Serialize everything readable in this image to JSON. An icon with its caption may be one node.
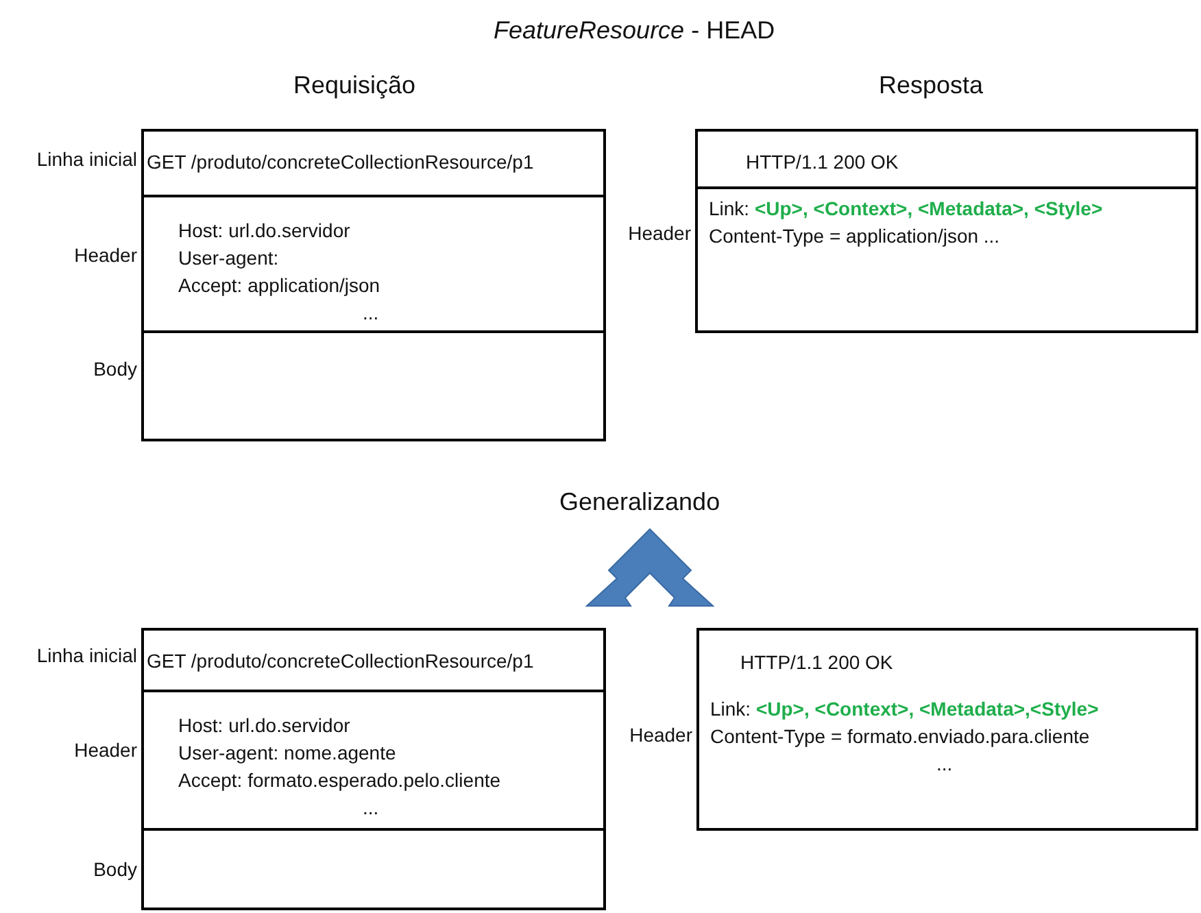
{
  "diagram": {
    "title": "*FeatureResource* - HEAD",
    "nodes": [
      {
        "text": [
          "GET /produto/concreteCollectionResource/p1"
        ],
        "beside": [
          "Linha inicial"
        ]
      },
      {
        "text": [
          "Host:  url.do.servidor",
          "User-agent:",
          "Accept: application/json",
          "..."
        ],
        "beside": [
          "Header"
        ]
      },
      {
        "text": [],
        "shape": "box",
        "beside": [
          "Body"
        ]
      },
      {
        "text": [
          "HTTP/1.1  200 OK"
        ]
      },
      {
        "text": [
          "Link: **<Up>, <Context>, <Metadata>, <Style>**",
          "Content-Type = application/json ..."
        ],
        "beside": [
          "Header"
        ]
      },
      {
        "text": [
          "GET /produto/concreteCollectionResource/p1"
        ],
        "beside": [
          "Linha inicial"
        ]
      },
      {
        "text": [
          "Host:  url.do.servidor",
          "User-agent: nome.agente",
          "Accept: formato.esperado.pelo.cliente",
          "..."
        ],
        "beside": [
          "Header"
        ]
      },
      {
        "text": [],
        "shape": "box",
        "beside": [
          "Body"
        ]
      },
      {
        "text": [
          "HTTP/1.1  200 OK",
          "Link: **<Up>, <Context>, <Metadata>,<Style>**",
          "Content-Type = formato.enviado.para.cliente",
          "..."
        ],
        "beside": [
          "Header"
        ]
      }
    ],
    "labels": [
      "Requisição",
      "Resposta",
      "Generalizando"
    ]
  }
}
